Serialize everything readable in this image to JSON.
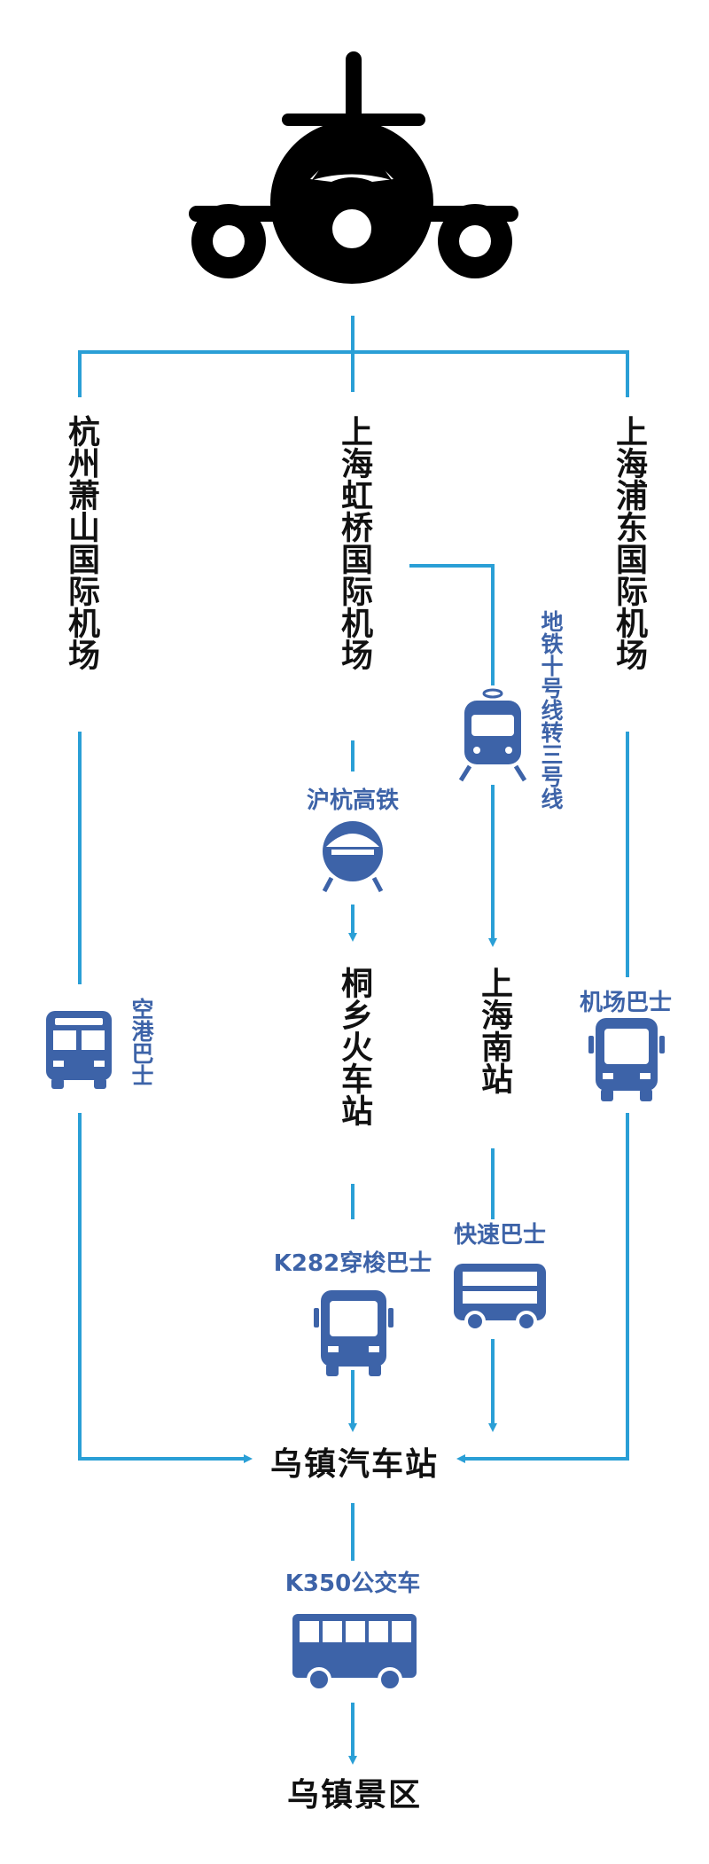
{
  "colors": {
    "line": "#2a9fd6",
    "icon": "#3d63a8",
    "text": "#111111",
    "plane": "#000000"
  },
  "airports": {
    "hangzhou": "杭州萧山国际机场",
    "hongqiao": "上海虹桥国际机场",
    "pudong": "上海浦东国际机场"
  },
  "stations": {
    "tongxiang": "桐乡火车站",
    "shanghai_south": "上海南站",
    "wuzhen_bus": "乌镇汽车站",
    "wuzhen_scenic": "乌镇景区"
  },
  "transport": {
    "airport_bus_left": "空港巴士",
    "metro": "地铁十号线转三号线",
    "hsr": "沪杭高铁",
    "airport_bus_right": "机场巴士",
    "k282": "K282穿梭巴士",
    "express_bus": "快速巴士",
    "k350": "K350公交车"
  },
  "icons": {
    "plane": "airplane-icon",
    "bus_front": "bus-front-icon",
    "metro_train": "metro-train-icon",
    "hsr_train": "high-speed-train-icon",
    "double_bus": "double-decker-bus-icon",
    "city_bus": "city-bus-icon"
  }
}
